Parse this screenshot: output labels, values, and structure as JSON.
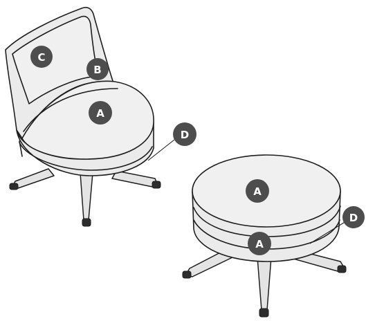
{
  "callouts": {
    "chair_seat": "A",
    "chair_back_inner": "B",
    "chair_back": "C",
    "chair_base_band": "D",
    "ottoman_top": "A",
    "ottoman_band": "A",
    "ottoman_side": "D"
  },
  "colors": {
    "callout_fill": "#4d4d4d",
    "callout_text": "#ffffff",
    "upholstery": "#ebebeb",
    "line": "#1e1e1e"
  }
}
